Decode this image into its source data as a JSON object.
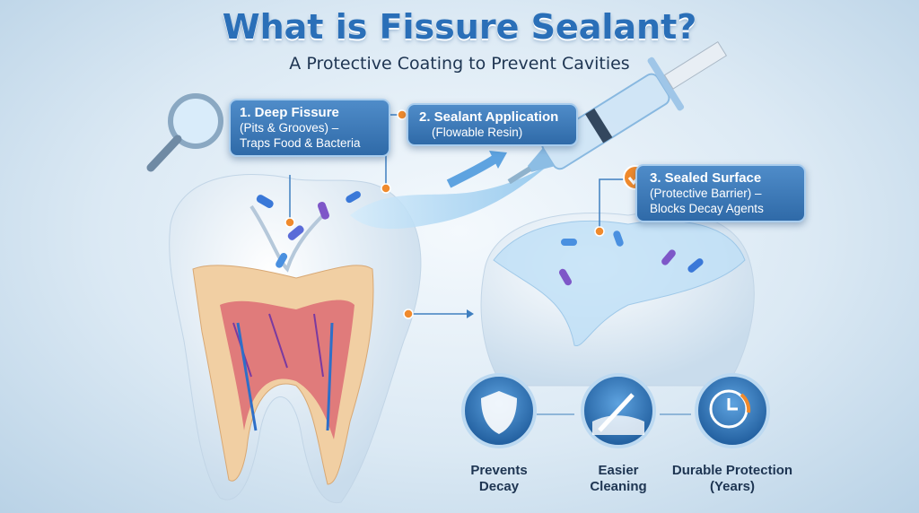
{
  "title": "What is Fissure Sealant?",
  "subtitle": "A Protective Coating to Prevent Cavities",
  "callouts": [
    {
      "heading": "1. Deep Fissure",
      "line1": "(Pits & Grooves) –",
      "line2": "Traps Food & Bacteria"
    },
    {
      "heading": "2. Sealant Application",
      "line1": "(Flowable Resin)"
    },
    {
      "heading": "3. Sealed Surface",
      "line1": "(Protective Barrier) –",
      "line2": "Blocks Decay Agents"
    }
  ],
  "benefits": [
    {
      "label1": "Prevents",
      "label2": "Decay",
      "icon": "shield-tooth-icon"
    },
    {
      "label1": "Easier",
      "label2": "Cleaning",
      "icon": "toothbrush-icon"
    },
    {
      "label1": "Durable Protection",
      "label2": "(Years)",
      "icon": "clock-tooth-icon"
    }
  ],
  "colors": {
    "accent": "#2f6aa8",
    "orange": "#f08a2c",
    "title": "#2a6fb8"
  }
}
